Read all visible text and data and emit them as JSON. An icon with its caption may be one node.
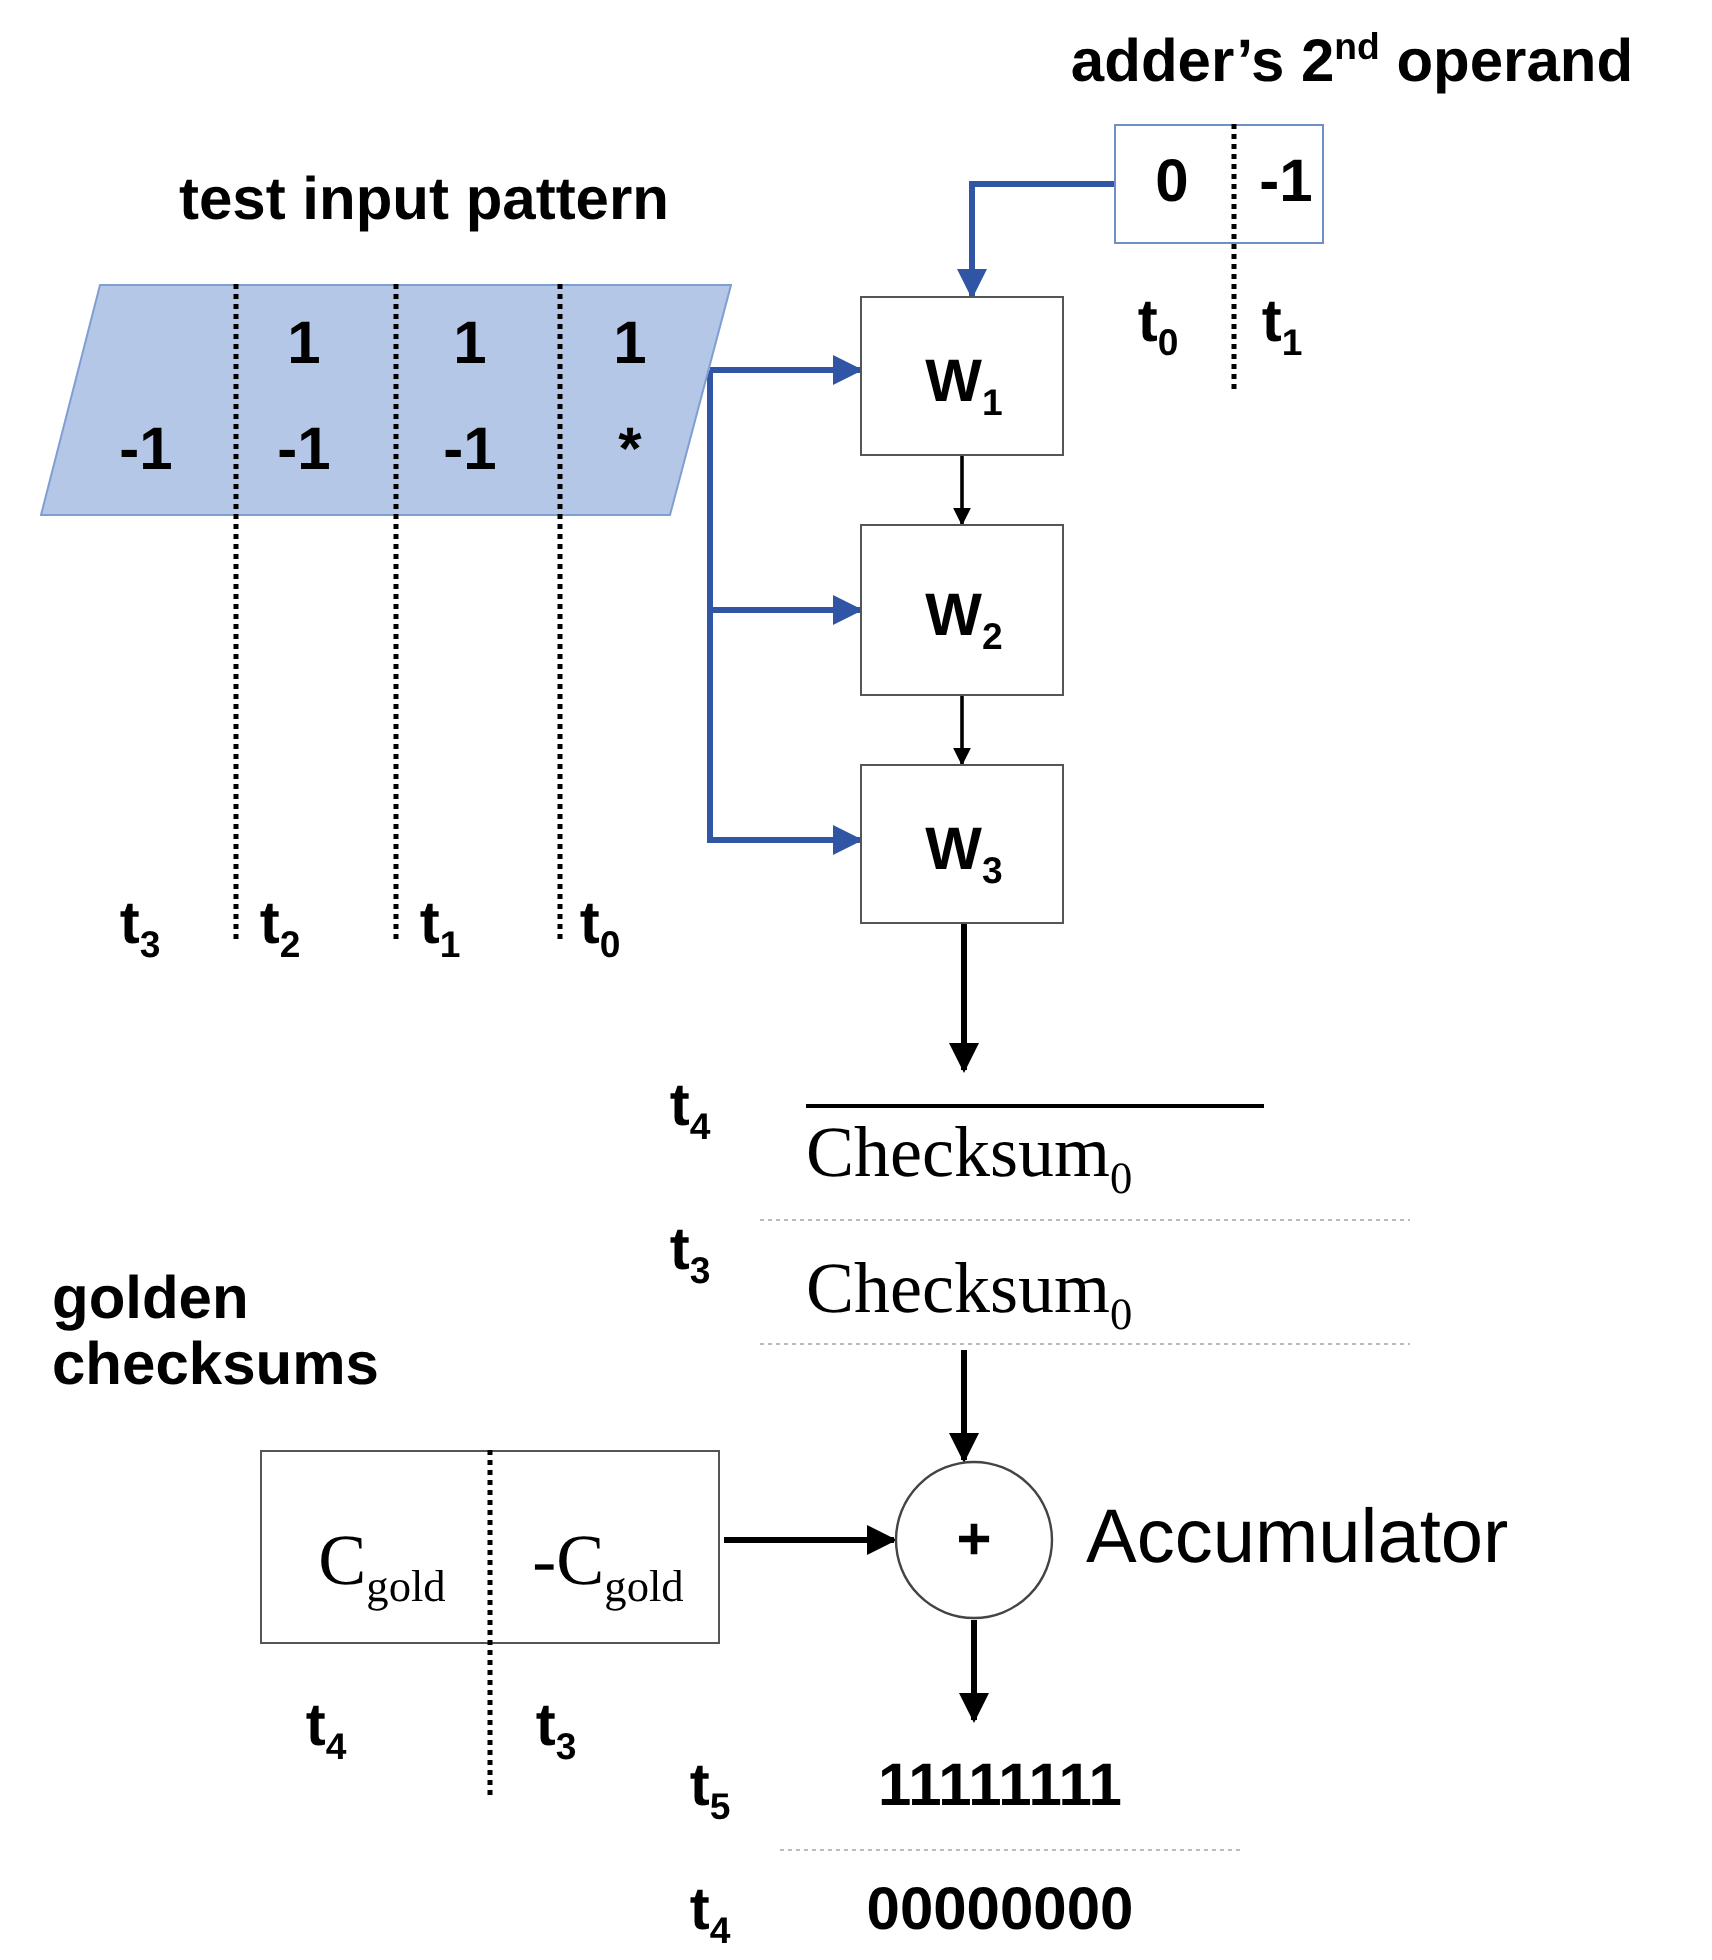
{
  "diagram": {
    "nodes": [
      {
        "text": [
          "test input pattern",
          "1",
          "1",
          "1",
          "-1",
          "-1",
          "-1",
          "*"
        ],
        "beside": [
          "t$_{3}$",
          "t$_{2}$",
          "t$_{1}$",
          "t$_{0}$"
        ]
      },
      {
        "text": [
          "adder’s 2$^{nd}$ operand",
          "0",
          "-1"
        ],
        "beside": [
          "t$_{0}$",
          "t$_{1}$"
        ]
      },
      {
        "text": [
          "W$_{1}$"
        ]
      },
      {
        "text": [
          "W$_{2}$"
        ]
      },
      {
        "text": [
          "W$_{3}$"
        ]
      },
      {
        "text": [
          "Checksum$_{0}$",
          "Checksum$_{0}$"
        ],
        "beside": [
          "t$_{4}$",
          "t$_{3}$"
        ]
      },
      {
        "text": [
          "golden checksums",
          "C$_{gold}$",
          "-C$_{gold}$"
        ],
        "beside": [
          "t$_{4}$",
          "t$_{3}$"
        ]
      },
      {
        "text": [
          "+"
        ],
        "beside": [
          "Accumulator"
        ]
      },
      {
        "text": [
          "11111111",
          "00000000"
        ],
        "beside": [
          "t$_{5}$",
          "t$_{4}$"
        ]
      }
    ],
    "edges": [
      {
        "from": 1,
        "to": 2,
        "arrow": "to",
        "color": "#2f55a4"
      },
      {
        "from": 0,
        "to": 2,
        "arrow": "to",
        "color": "#2f55a4"
      },
      {
        "from": 0,
        "to": 3,
        "arrow": "to",
        "color": "#2f55a4"
      },
      {
        "from": 0,
        "to": 4,
        "arrow": "to",
        "color": "#2f55a4"
      },
      {
        "from": 2,
        "to": 3,
        "arrow": "to"
      },
      {
        "from": 3,
        "to": 4,
        "arrow": "to"
      },
      {
        "from": 4,
        "to": 5,
        "arrow": "to"
      },
      {
        "from": 5,
        "to": 7,
        "arrow": "to"
      },
      {
        "from": 6,
        "to": 7,
        "arrow": "to"
      },
      {
        "from": 7,
        "to": 8,
        "arrow": "to"
      }
    ]
  }
}
